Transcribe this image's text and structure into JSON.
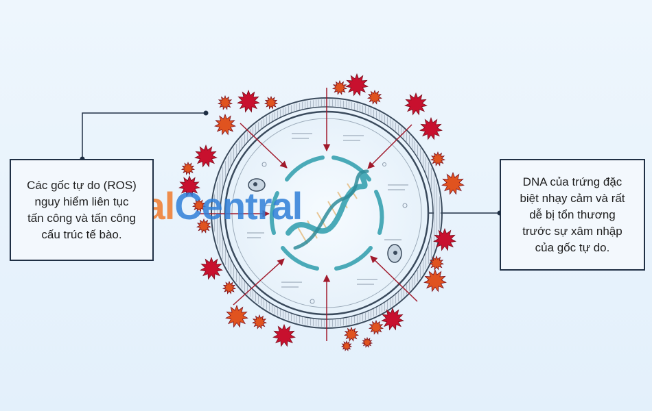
{
  "left_box": {
    "lines": [
      "Các gốc tự do (ROS)",
      "nguy hiểm liên tục",
      "tấn công và tấn công",
      "cấu trúc tế bào."
    ]
  },
  "right_box": {
    "lines": [
      "DNA của trứng đặc",
      "biệt nhạy cảm và rất",
      "dễ bị tổn thương",
      "trước sự xâm nhập",
      "của gốc tự do."
    ]
  },
  "watermark": {
    "part1": "Heal",
    "part2": "Central"
  },
  "colors": {
    "ros_dark": "#c8102e",
    "ros_orange": "#e0531f",
    "arrow": "#a11a2c",
    "membrane": "#3a4a5c",
    "dna_teal": "#4aaab8",
    "box_border": "#1f2f44"
  }
}
